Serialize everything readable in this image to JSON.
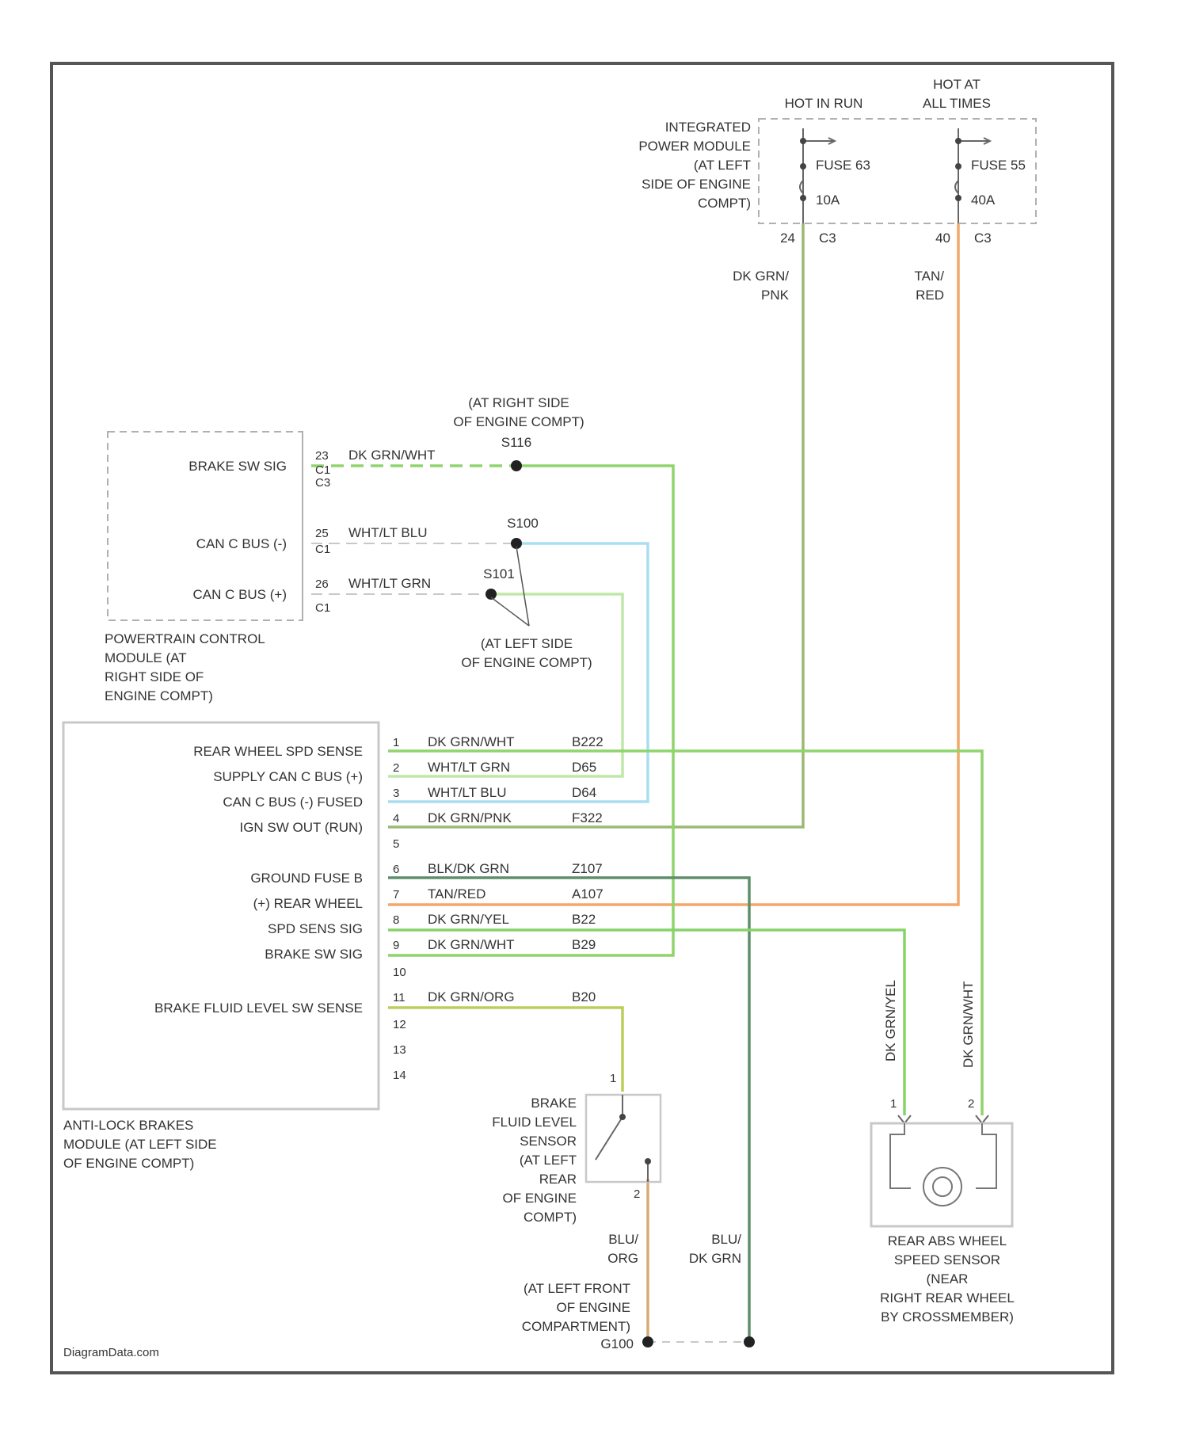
{
  "colors": {
    "frame": "#555555",
    "dashed": "#b0b0b0",
    "dk_grn_wht": "#8fd46e",
    "wht_lt_blu": "#a9def0",
    "wht_lt_grn": "#bfe8a8",
    "dk_grn_pnk": "#9db873",
    "blk_dk_grn": "#5f8f6a",
    "tan_red": "#f2a86a",
    "dk_grn_yel": "#86d36a",
    "dk_grn_org": "#b9cf5a",
    "blu_org": "#d7aa76"
  },
  "power": {
    "hot_in_run": "HOT IN RUN",
    "hot_at_all_times_1": "HOT AT",
    "hot_at_all_times_2": "ALL TIMES",
    "ipm_lines": [
      "INTEGRATED",
      "POWER MODULE",
      "(AT LEFT",
      "SIDE OF ENGINE",
      "COMPT)"
    ],
    "fuse_a_name": "FUSE 63",
    "fuse_a_rating": "10A",
    "fuse_b_name": "FUSE 55",
    "fuse_b_rating": "40A",
    "pin_a": "24",
    "conn_a": "C3",
    "pin_b": "40",
    "conn_b": "C3",
    "wire_a_1": "DK GRN/",
    "wire_a_2": "PNK",
    "wire_b_1": "TAN/",
    "wire_b_2": "RED"
  },
  "pcm": {
    "rows": [
      {
        "label": "BRAKE SW SIG",
        "pin": "23",
        "conn_top": "C1",
        "conn_bot": "C3",
        "wire": "DK GRN/WHT",
        "splice": "S116"
      },
      {
        "label": "CAN C BUS (-)",
        "pin": "25",
        "conn_top": "",
        "conn_bot": "C1",
        "wire": "WHT/LT BLU",
        "splice": "S100"
      },
      {
        "label": "CAN C BUS (+)",
        "pin": "26",
        "conn_top": "",
        "conn_bot": "C1",
        "wire": "WHT/LT GRN",
        "splice": "S101"
      }
    ],
    "splice_loc_1": "(AT RIGHT SIDE",
    "splice_loc_2": "OF ENGINE COMPT)",
    "left_splice_loc_1": "(AT LEFT SIDE",
    "left_splice_loc_2": "OF ENGINE COMPT)",
    "name_lines": [
      "POWERTRAIN CONTROL",
      "MODULE (AT",
      "RIGHT SIDE OF",
      "ENGINE COMPT)"
    ]
  },
  "abs": {
    "labels": {
      "l1": "REAR WHEEL SPD SENSE",
      "l2": "SUPPLY CAN C BUS (+)",
      "l3": "CAN C BUS (-) FUSED",
      "l4": "IGN SW OUT (RUN)",
      "l6": "GROUND FUSE B",
      "l7": "(+) REAR WHEEL",
      "l8": "SPD SENS SIG",
      "l9": "BRAKE SW SIG",
      "l11": "BRAKE FLUID LEVEL SW SENSE"
    },
    "pins": [
      "1",
      "2",
      "3",
      "4",
      "5",
      "6",
      "7",
      "8",
      "9",
      "10",
      "11",
      "12",
      "13",
      "14"
    ],
    "wires": [
      {
        "pin": "1",
        "color": "DK GRN/WHT",
        "circuit": "B222"
      },
      {
        "pin": "2",
        "color": "WHT/LT GRN",
        "circuit": "D65"
      },
      {
        "pin": "3",
        "color": "WHT/LT BLU",
        "circuit": "D64"
      },
      {
        "pin": "4",
        "color": "DK GRN/PNK",
        "circuit": "F322"
      },
      {
        "pin": "6",
        "color": "BLK/DK GRN",
        "circuit": "Z107"
      },
      {
        "pin": "7",
        "color": "TAN/RED",
        "circuit": "A107"
      },
      {
        "pin": "8",
        "color": "DK GRN/YEL",
        "circuit": "B22"
      },
      {
        "pin": "9",
        "color": "DK GRN/WHT",
        "circuit": "B29"
      },
      {
        "pin": "11",
        "color": "DK GRN/ORG",
        "circuit": "B20"
      }
    ],
    "name_lines": [
      "ANTI-LOCK BRAKES",
      "MODULE (AT LEFT SIDE",
      "OF ENGINE COMPT)"
    ]
  },
  "fluid_sensor": {
    "name_lines": [
      "BRAKE",
      "FLUID LEVEL",
      "SENSOR",
      "(AT LEFT",
      "REAR",
      "OF ENGINE",
      "COMPT)"
    ],
    "pin_top": "1",
    "pin_bot": "2"
  },
  "wheel_sensor": {
    "wire_1": "DK GRN/YEL",
    "wire_2": "DK GRN/WHT",
    "pin_1": "1",
    "pin_2": "2",
    "name_lines": [
      "REAR ABS WHEEL",
      "SPEED SENSOR",
      "(NEAR",
      "RIGHT REAR WHEEL",
      "BY CROSSMEMBER)"
    ]
  },
  "ground": {
    "wire_a_1": "BLU/",
    "wire_a_2": "ORG",
    "wire_b_1": "BLU/",
    "wire_b_2": "DK GRN",
    "loc_lines": [
      "(AT LEFT FRONT",
      "OF ENGINE",
      "COMPARTMENT)"
    ],
    "id": "G100"
  },
  "watermark": "DiagramData.com"
}
